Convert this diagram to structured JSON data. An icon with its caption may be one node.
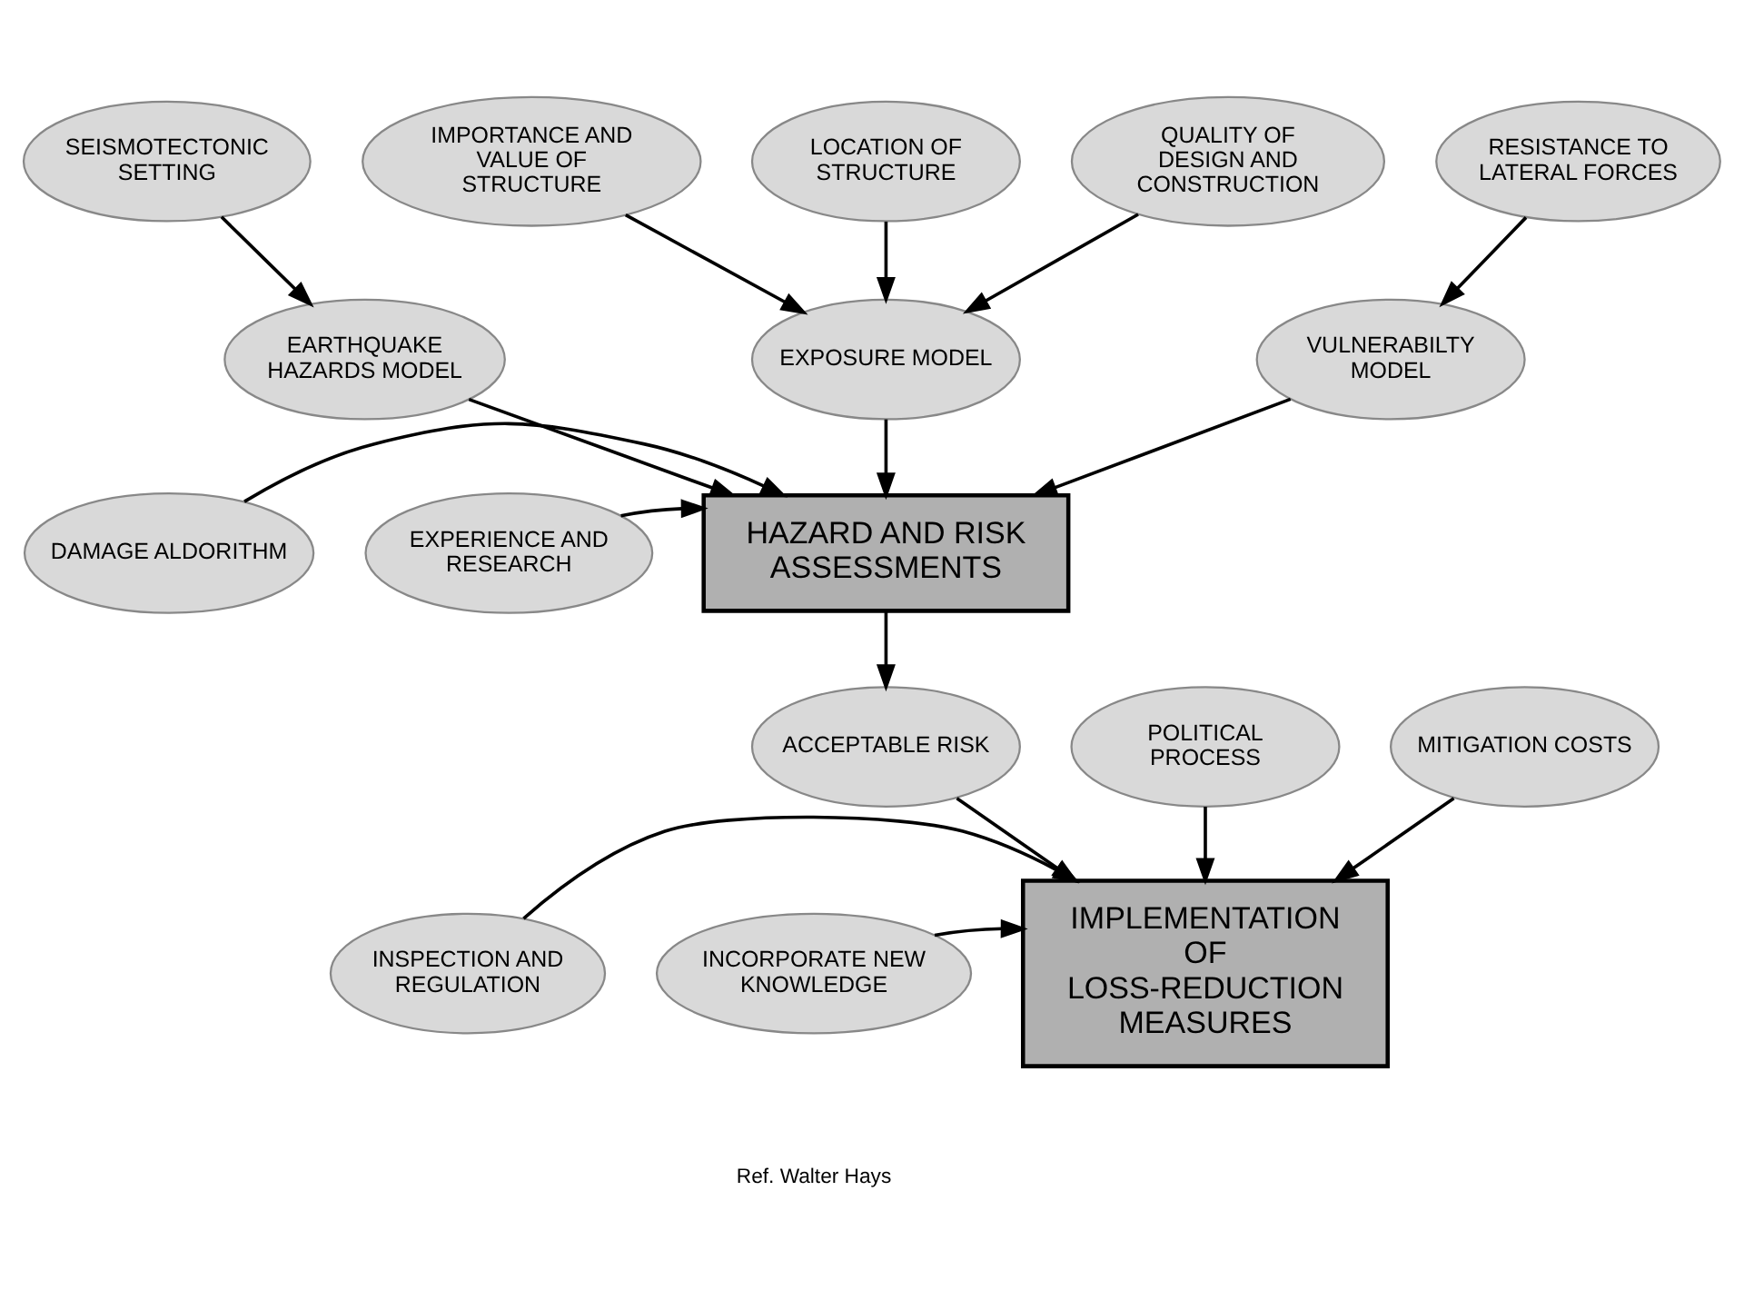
{
  "diagram": {
    "nodes": [
      {
        "text": [
          "SEISMOTECTONIC SETTING"
        ]
      },
      {
        "text": [
          "IMPORTANCE AND VALUE OF STRUCTURE"
        ]
      },
      {
        "text": [
          "LOCATION OF STRUCTURE"
        ]
      },
      {
        "text": [
          "QUALITY OF DESIGN AND CONSTRUCTION"
        ]
      },
      {
        "text": [
          "RESISTANCE TO LATERAL FORCES"
        ]
      },
      {
        "text": [
          "EARTHQUAKE HAZARDS MODEL"
        ]
      },
      {
        "text": [
          "EXPOSURE MODEL"
        ]
      },
      {
        "text": [
          "VULNERABILTY MODEL"
        ]
      },
      {
        "text": [
          "EXPERIENCE AND RESEARCH"
        ]
      },
      {
        "text": [
          "HAZARD AND RISK ASSESSMENTS"
        ]
      },
      {
        "text": [
          "DAMAGE ALDORITHM"
        ]
      },
      {
        "text": [
          "POLITICAL PROCESS"
        ]
      },
      {
        "text": [
          "ACCEPTABLE RISK"
        ]
      },
      {
        "text": [
          "MITIGATION COSTS"
        ]
      },
      {
        "text": [
          "INCORPORATE NEW KNOWLEDGE"
        ]
      },
      {
        "text": [
          "IMPLEMENTATION OF LOSS-REDUCTION MEASURES"
        ]
      },
      {
        "text": [
          "INSPECTION AND REGULATION"
        ]
      }
    ],
    "edges": [
      {
        "from": 0,
        "to": 5,
        "arrow": "to"
      },
      {
        "from": 1,
        "to": 6,
        "arrow": "to"
      },
      {
        "from": 2,
        "to": 6,
        "arrow": "to"
      },
      {
        "from": 3,
        "to": 6,
        "arrow": "to"
      },
      {
        "from": 4,
        "to": 7,
        "arrow": "to"
      },
      {
        "from": 5,
        "to": 9,
        "arrow": "to"
      },
      {
        "from": 6,
        "to": 9,
        "arrow": "to"
      },
      {
        "from": 7,
        "to": 9,
        "arrow": "to"
      },
      {
        "from": 8,
        "to": 9,
        "arrow": "to"
      },
      {
        "from": 10,
        "to": 9,
        "arrow": "to"
      },
      {
        "from": 9,
        "to": 12,
        "arrow": "to"
      },
      {
        "from": 11,
        "to": 15,
        "arrow": "to"
      },
      {
        "from": 12,
        "to": 15,
        "arrow": "to"
      },
      {
        "from": 13,
        "to": 15,
        "arrow": "to"
      },
      {
        "from": 14,
        "to": 15,
        "arrow": "to"
      },
      {
        "from": 16,
        "to": 15,
        "arrow": "to"
      }
    ],
    "labels": [
      "Ref. Walter Hays"
    ]
  }
}
